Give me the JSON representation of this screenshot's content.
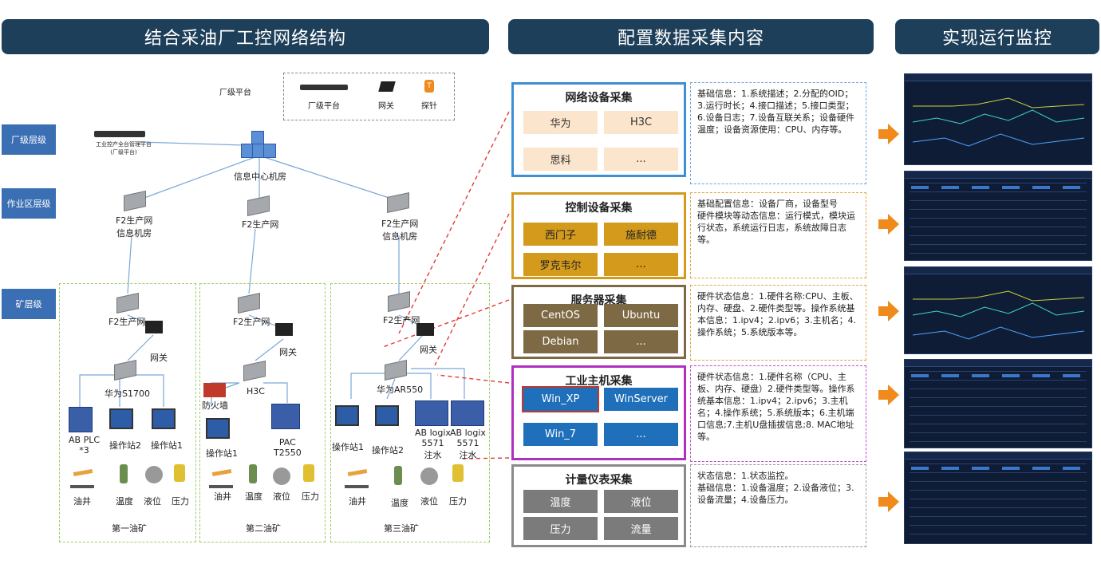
{
  "headers": {
    "left": "结合采油厂工控网络结构",
    "mid": "配置数据采集内容",
    "right": "实现运行监控"
  },
  "legend": {
    "top_label": "厂级平台",
    "platform": "厂级平台",
    "gateway": "网关",
    "probe": "探针"
  },
  "levels": {
    "factory": "厂级层级",
    "area": "作业区层级",
    "mine": "矿层级"
  },
  "nodes": {
    "platform_caption": "工业控产全台管理平台\n(厂级平台)",
    "center": "信息中心机房",
    "f2_left": "F2生产网\n信息机房",
    "f2_mid": "F2生产网",
    "f2_right": "F2生产网\n信息机房",
    "mine1": {
      "f2": "F2生产网",
      "gw": "网关",
      "switch": "华为S1700",
      "plc": "AB PLC\n*3",
      "ws2": "操作站2",
      "ws1": "操作站1",
      "well": "油井",
      "temp": "温度",
      "level": "液位",
      "pressure": "压力",
      "name": "第一油矿"
    },
    "mine2": {
      "f2": "F2生产网",
      "gw": "网关",
      "switch": "H3C",
      "fw": "防火墙",
      "ws1": "操作站1",
      "pac": "PAC\nT2550",
      "well": "油井",
      "temp": "温度",
      "level": "液位",
      "pressure": "压力",
      "name": "第二油矿"
    },
    "mine3": {
      "f2": "F2生产网",
      "gw": "网关",
      "switch": "华为AR550",
      "ws1": "操作站1",
      "ws2": "操作站2",
      "logix1": "AB logix\n5571\n注水",
      "logix2": "AB logix\n5571\n注水",
      "well": "油井",
      "temp": "温度",
      "level": "液位",
      "pressure": "压力",
      "name": "第三油矿"
    }
  },
  "categories": [
    {
      "title": "网络设备采集",
      "color": "#3b8fd6",
      "chips": [
        "华为",
        "H3C",
        "思科",
        "..."
      ],
      "chip_bg": "#fbe5cc",
      "chip_fg": "#333",
      "desc": "基础信息：1.系统描述；2.分配的OID；3.运行时长；4.接口描述；5.接口类型；6.设备日志；7.设备互联关系；设备硬件温度；设备资源使用：CPU、内存等。",
      "desc_color": "#6aa8dd"
    },
    {
      "title": "控制设备采集",
      "color": "#d39a1c",
      "chips": [
        "西门子",
        "施耐德",
        "罗克韦尔",
        "..."
      ],
      "chip_bg": "#d39a1c",
      "chip_fg": "#222",
      "desc": "基础配置信息：设备厂商，设备型号\n硬件模块等动态信息：运行模式，模块运行状态，系统运行日志，系统故障日志等。",
      "desc_color": "#e0a640"
    },
    {
      "title": "服务器采集",
      "color": "#7d6a45",
      "chips": [
        "CentOS",
        "Ubuntu",
        "Debian",
        "..."
      ],
      "chip_bg": "#7d6a45",
      "chip_fg": "#fff",
      "desc": "硬件状态信息：1.硬件名称:CPU、主板、内存、硬盘、2.硬件类型等。操作系统基本信息：1.ipv4；2.ipv6；3.主机名；4.操作系统；5.系统版本等。",
      "desc_color": "#e0a640"
    },
    {
      "title": "工业主机采集",
      "color": "#b02fc0",
      "chips": [
        "Win_XP",
        "WinServer",
        "Win_7",
        "..."
      ],
      "chip_bg": "#1f6fba",
      "chip_fg": "#fff",
      "desc": "硬件状态信息：1.硬件名称（CPU、主板、内存、硬盘）2.硬件类型等。操作系统基本信息：1.ipv4；2.ipv6；3.主机名；4.操作系统；5.系统版本；6.主机端口信息;7.主机U盘插拔信息;8. MAC地址等。",
      "desc_color": "#c04cd0"
    },
    {
      "title": "计量仪表采集",
      "color": "#8a8a8a",
      "chips": [
        "温度",
        "液位",
        "压力",
        "流量"
      ],
      "chip_bg": "#7b7b7b",
      "chip_fg": "#fff",
      "desc": "状态信息：1.状态监控。\n基础信息：1.设备温度；2.设备液位；3.设备流量；4.设备压力。",
      "desc_color": "#999"
    }
  ],
  "colors": {
    "header": "#1e3f5a",
    "level": "#3a6fb3",
    "arrow": "#f08a1c",
    "link": "#7aa7d6",
    "redline": "#e53935"
  }
}
